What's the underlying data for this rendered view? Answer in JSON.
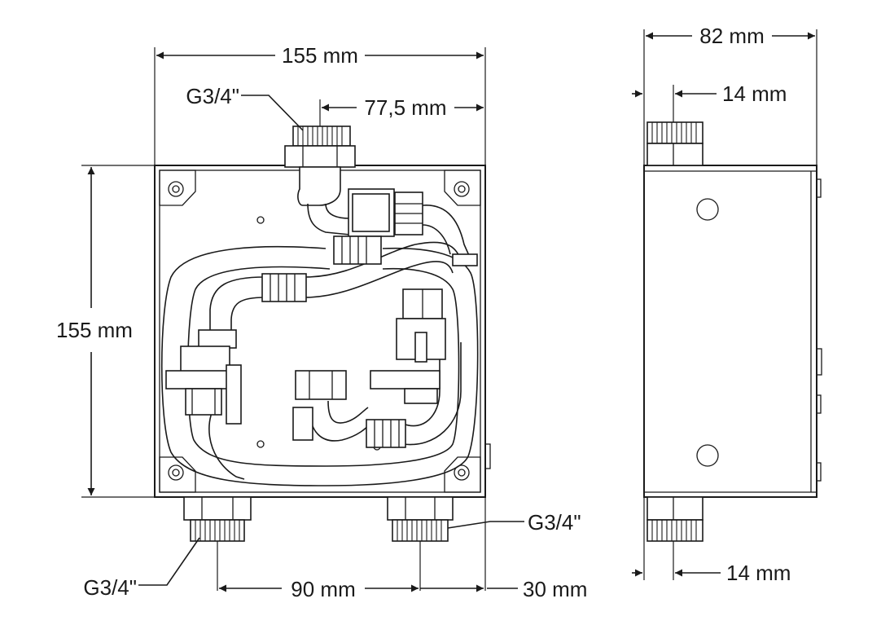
{
  "diagram": {
    "front_view": {
      "width_label": "155 mm",
      "height_label": "155 mm",
      "top_offset_label": "77,5 mm",
      "top_thread_label": "G3/4\"",
      "bottom_left_thread_label": "G3/4\"",
      "bottom_right_thread_label": "G3/4\"",
      "bottom_spacing_label": "90 mm",
      "bottom_edge_label": "30 mm"
    },
    "side_view": {
      "depth_label": "82 mm",
      "top_pipe_label": "14 mm",
      "bottom_pipe_label": "14 mm"
    }
  }
}
